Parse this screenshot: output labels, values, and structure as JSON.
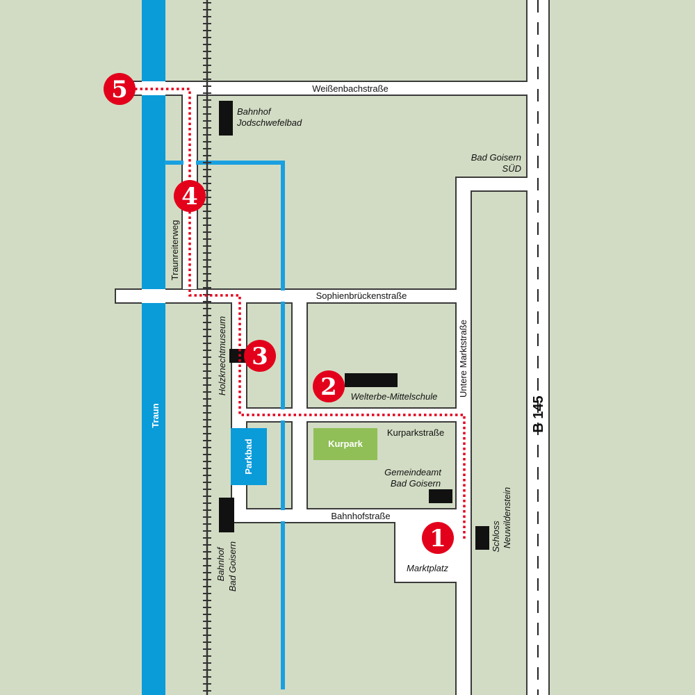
{
  "colors": {
    "background": "#d2dcc4",
    "river": "#0a9bd9",
    "stream": "#1aa0e0",
    "road": "#ffffff",
    "road_outline": "#3a3a3a",
    "route": "#e3001b",
    "marker": "#e3001b",
    "building": "#111111",
    "park": "#8fbf56",
    "pool": "#0a9bd9"
  },
  "water": {
    "river_name": "Traun"
  },
  "highway": {
    "name": "B 145"
  },
  "streets": {
    "weissenbach": "Weißenbachstraße",
    "sophienbruecken": "Sophienbrückenstraße",
    "traunreiterweg": "Traunreiterweg",
    "holzknechtmuseum": "Holzknechtmuseum",
    "untere_markt": "Untere Marktstraße",
    "kurpark": "Kurparkstraße",
    "bahnhof": "Bahnhofstraße"
  },
  "places": {
    "bahnhof_jod": [
      "Bahnhof",
      "Jodschwefelbad"
    ],
    "bad_goisern_sued": [
      "Bad Goisern",
      "SÜD"
    ],
    "mittelschule": "Welterbe-Mittelschule",
    "kurpark": "Kurpark",
    "parkbad": "Parkbad",
    "gemeindeamt": [
      "Gemeindeamt",
      "Bad Goisern"
    ],
    "bahnhof_bad": [
      "Bahnhof",
      "Bad Goisern"
    ],
    "marktplatz": "Marktplatz",
    "schloss": [
      "Schloss",
      "Neuwildenstein"
    ]
  },
  "route": {
    "stops": [
      {
        "label": "1",
        "icon": "stop-marker-icon"
      },
      {
        "label": "2",
        "icon": "stop-marker-icon"
      },
      {
        "label": "3",
        "icon": "stop-marker-icon"
      },
      {
        "label": "4",
        "icon": "stop-marker-icon"
      },
      {
        "label": "5",
        "icon": "stop-marker-icon"
      }
    ]
  }
}
